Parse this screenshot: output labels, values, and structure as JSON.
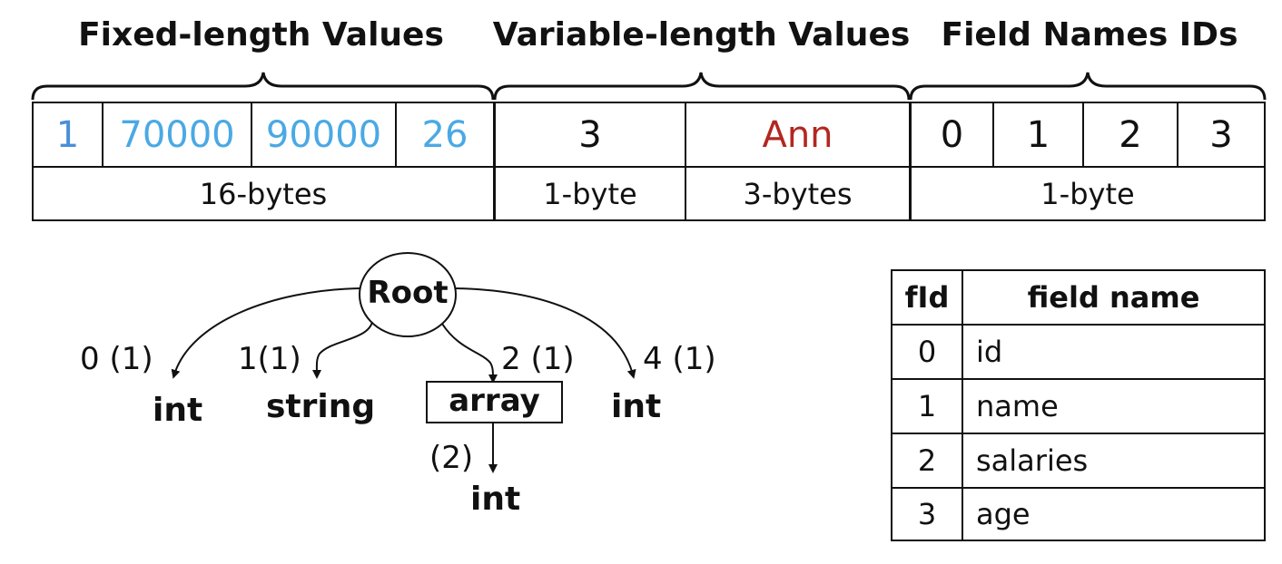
{
  "headers": {
    "fixed": "Fixed-length Values",
    "variable": "Variable-length Values",
    "field_ids": "Field Names IDs"
  },
  "fixed_values": [
    "1",
    "70000",
    "90000",
    "26"
  ],
  "fixed_size": "16-bytes",
  "variable_values": [
    "3",
    "Ann"
  ],
  "variable_sizes": [
    "1-byte",
    "3-bytes"
  ],
  "field_ids": [
    "0",
    "1",
    "2",
    "3"
  ],
  "field_ids_size": "1-byte",
  "tree": {
    "root": "Root",
    "children": [
      {
        "label": "0 (1)",
        "type": "int"
      },
      {
        "label": "1(1)",
        "type": "string"
      },
      {
        "label": "2 (1)",
        "type": "array"
      },
      {
        "label": "4 (1)",
        "type": "int"
      }
    ],
    "array_child": {
      "label": "(2)",
      "type": "int"
    }
  },
  "field_table": {
    "headers": [
      "fId",
      "field name"
    ],
    "rows": [
      {
        "fid": "0",
        "name": "id"
      },
      {
        "fid": "1",
        "name": "name"
      },
      {
        "fid": "2",
        "name": "salaries"
      },
      {
        "fid": "3",
        "name": "age"
      }
    ]
  },
  "colors": {
    "fixed_value": "#4aa9e4",
    "string_value": "#b2271f",
    "line": "#111111"
  }
}
